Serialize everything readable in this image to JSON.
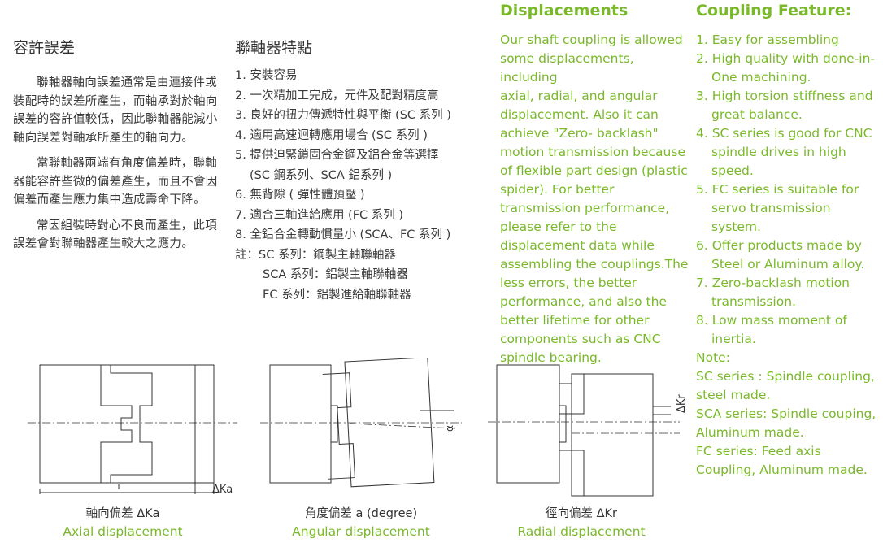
{
  "tolerance": {
    "title": "容許誤差",
    "paragraphs": [
      "聯軸器軸向誤差通常是由連接件或裝配時的誤差所產生，而軸承對於軸向誤差的容許值較低，因此聯軸器能減小軸向誤差對軸承所產生的軸向力。",
      "當聯軸器兩端有角度偏差時，聯軸器能容許些微的偏差產生，而且不會因偏差而產生應力集中造成壽命下降。",
      "常因組裝時對心不良而產生，此項誤差會對聯軸器產生較大之應力。"
    ]
  },
  "features_zh": {
    "title": "聯軸器特點",
    "items": [
      "1. 安裝容易",
      "2. 一次精加工完成，元件及配對精度高",
      "3. 良好的扭力傳遞特性與平衡 (SC 系列 )",
      "4. 適用高速迴轉應用場合 (SC 系列 )",
      "5. 提供迫緊鎖固合金鋼及鋁合金等選擇",
      "(SC 鋼系列、SCA 鋁系列 )",
      "6. 無背隙 ( 彈性體預壓 )",
      "7. 適合三軸進給應用 (FC 系列 )",
      "8. 全鋁合金轉動慣量小 (SCA、FC 系列 )"
    ],
    "notes": [
      "註：SC 系列：鋼製主軸聯軸器",
      "SCA 系列：鋁製主軸聯軸器",
      "FC 系列：鋁製進給軸聯軸器"
    ]
  },
  "displacements": {
    "title": "Displacements",
    "lines": [
      "Our shaft coupling is allowed",
      "some displacements, including",
      "axial, radial, and angular",
      "displacement. Also it can",
      "achieve \"Zero- backlash\"",
      "motion transmission because",
      "of flexible part design (plastic",
      "spider). For better",
      "transmission performance,",
      "please refer to the",
      "displacement data while",
      "assembling the couplings.The",
      "less errors, the better",
      "performance, and also the",
      "better lifetime for other",
      "components such as CNC",
      "spindle bearing."
    ]
  },
  "coupling_feature": {
    "title": "Coupling Feature:",
    "items": [
      {
        "first": "1. Easy for assembling",
        "rest": []
      },
      {
        "first": "2. High quality with done-in-",
        "rest": [
          "One machining."
        ]
      },
      {
        "first": "3. High torsion stiffness and",
        "rest": [
          "great balance."
        ]
      },
      {
        "first": "4. SC series is good for CNC",
        "rest": [
          "spindle drives in high",
          "speed."
        ]
      },
      {
        "first": "5. FC series is suitable for",
        "rest": [
          "servo transmission system."
        ]
      },
      {
        "first": "6. Offer products made by",
        "rest": [
          "Steel or Aluminum alloy."
        ]
      },
      {
        "first": "7. Zero-backlash motion",
        "rest": [
          "transmission."
        ]
      },
      {
        "first": "8. Low mass moment of",
        "rest": [
          "inertia."
        ]
      }
    ],
    "notes": [
      "Note:",
      "SC series : Spindle coupling,",
      "steel made.",
      "SCA series: Spindle couping,",
      "Aluminum made.",
      "FC series: Feed axis",
      "Coupling,   Aluminum made."
    ]
  },
  "diagrams": {
    "axial": {
      "label": "ΔKa",
      "caption_zh": "軸向偏差 ΔKa",
      "caption_en": "Axial displacement"
    },
    "angular": {
      "label": "α",
      "caption_zh": "角度偏差 a (degree)",
      "caption_en": "Angular displacement"
    },
    "radial": {
      "label": "ΔKr",
      "caption_zh": "徑向偏差 ΔKr",
      "caption_en": "Radial displacement"
    }
  }
}
